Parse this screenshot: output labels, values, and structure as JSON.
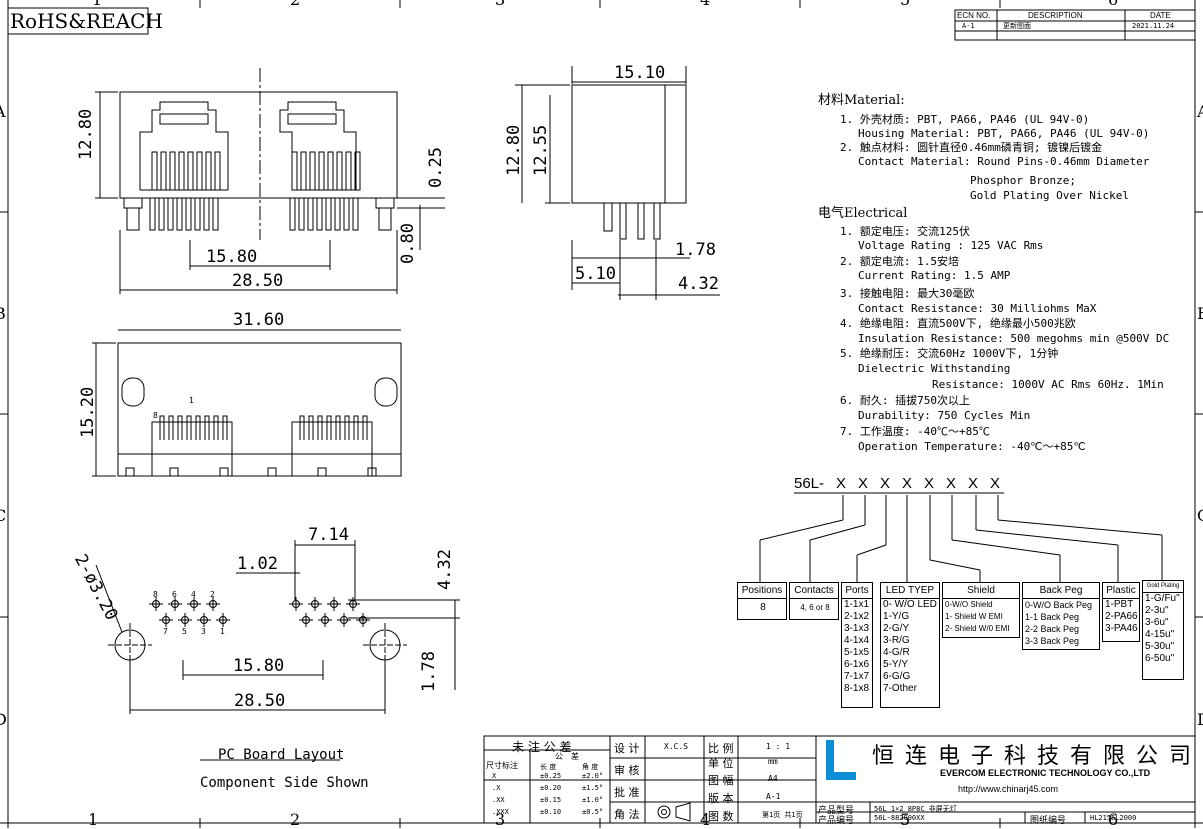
{
  "frame": {
    "col_labels": [
      "1",
      "2",
      "3",
      "4",
      "5",
      "6"
    ],
    "row_labels": [
      "A",
      "B",
      "C",
      "D"
    ],
    "rohs": "RoHS&REACH"
  },
  "revision": {
    "headers": [
      "ECN NO.",
      "DESCRIPTION",
      "DATE"
    ],
    "row": [
      "A-1",
      "更新图面",
      "2021.11.24"
    ]
  },
  "dims": {
    "d1510": "15.10",
    "d1280a": "12.80",
    "d1255": "12.55",
    "d025": "0.25",
    "d1580a": "15.80",
    "d2850a": "28.50",
    "d080": "0.80",
    "d178a": "1.78",
    "d510": "5.10",
    "d432a": "4.32",
    "d3160": "31.60",
    "d1520": "15.20",
    "pin1": "1",
    "pin8": "8",
    "d714": "7.14",
    "d102": "1.02",
    "d432b": "4.32",
    "hole": "2-ø3.20",
    "d1580b": "15.80",
    "d178b": "1.78",
    "d2850b": "28.50",
    "p8": "8",
    "p6": "6",
    "p4": "4",
    "p2": "2",
    "p7": "7",
    "p5": "5",
    "p3": "3",
    "p1": "1"
  },
  "pcb": {
    "line1": "PC Board Layout",
    "line2": "Component Side Shown"
  },
  "spec": {
    "material_title": "材料Material:",
    "m1": "1. 外壳材质: PBT, PA66, PA46 (UL 94V-0)",
    "m1e": "Housing Material: PBT, PA66, PA46 (UL 94V-0)",
    "m2": "2. 触点材料: 圆针直径0.46mm磷青铜; 镀镍后镀金",
    "m2e": "Contact Material: Round Pins-0.46mm Diameter",
    "m2e2": "Phosphor Bronze;",
    "m2e3": "Gold Plating Over Nickel",
    "electrical_title": "电气Electrical",
    "e1": "1. 额定电压: 交流125伏",
    "e1e": "Voltage Rating : 125 VAC Rms",
    "e2": "2. 额定电流: 1.5安培",
    "e2e": "Current Rating: 1.5 AMP",
    "e3": "3. 接触电阻: 最大30毫欧",
    "e3e": "Contact Resistance: 30 Milliohms MaX",
    "e4": "4. 绝缘电阻: 直流500V下, 绝缘最小500兆欧",
    "e4e": "Insulation Resistance: 500 megohms min @500V DC",
    "e5": "5. 绝缘耐压: 交流60Hz 1000V下, 1分钟",
    "e5e": "Dielectric Withstanding",
    "e5e2": "Resistance: 1000V AC Rms 60Hz. 1Min",
    "e6": "6. 耐久: 插拔750次以上",
    "e6e": "Durability: 750 Cycles Min",
    "e7": "7. 工作温度: -40℃～+85℃",
    "e7e": "Operation Temperature: -40℃～+85℃"
  },
  "part_code": {
    "prefix": "56L-",
    "xs": [
      "X",
      "X",
      "X",
      "X",
      "X",
      "X",
      "X",
      "X"
    ]
  },
  "options": [
    {
      "title": "Positions",
      "lines": [
        "8"
      ]
    },
    {
      "title": "Contacts",
      "lines": [
        "4, 6 or 8"
      ]
    },
    {
      "title": "Ports",
      "lines": [
        "1-1x1",
        "2-1x2",
        "3-1x3",
        "4-1x4",
        "5-1x5",
        "6-1x6",
        "7-1x7",
        "8-1x8"
      ]
    },
    {
      "title": "LED TYEP",
      "lines": [
        "0- W/O LED",
        "1-Y/G",
        "2-G/Y",
        "3-R/G",
        "4-G/R",
        "5-Y/Y",
        "6-G/G",
        "7-Other"
      ]
    },
    {
      "title": "Shield",
      "lines": [
        "0-W/O Shield",
        "1- Shield W EMI",
        "2- Shield W/0 EMI"
      ]
    },
    {
      "title": "Back Peg",
      "lines": [
        "0-W/O  Back Peg",
        "1-1 Back Peg",
        "2-2 Back Peg",
        "3-3 Back Peg"
      ]
    },
    {
      "title": "Plastic",
      "lines": [
        "1-PBT",
        "2-PA66",
        "3-PA46"
      ]
    },
    {
      "title": "Gold Plating",
      "lines": [
        "1-G/Fu\"",
        "2-3u\"",
        "3-6u\"",
        "4-15u\"",
        "5-30u\"",
        "6-50u\""
      ]
    }
  ],
  "titleblock": {
    "unmarked_tol": "未 注 公 差",
    "size_mark": "尺寸标注",
    "tol": "公　差",
    "col_long": "长 度",
    "col_angle": "角 度",
    "tol_rows": [
      [
        "X",
        "±0.25",
        "±2.0°"
      ],
      [
        ".X",
        "±0.20",
        "±1.5°"
      ],
      [
        ".XX",
        "±0.15",
        "±1.0°"
      ],
      [
        ".XXX",
        "±0.10",
        "±0.5°"
      ]
    ],
    "design": "设 计",
    "designer": "X.C.S",
    "review": "审 核",
    "approve": "批 准",
    "angle_method": "角 法",
    "scale": "比 例",
    "scale_val": "1 : 1",
    "unit": "单 位",
    "unit_val": "mm",
    "sheet": "图 幅",
    "sheet_val": "A4",
    "version": "版 本",
    "version_val": "A-1",
    "pages": "图 数",
    "pages_val": "第1页 共1页",
    "company_cn": "恒 连 电 子 科 技 有 限 公 司",
    "company_en": "EVERCOM ELECTRONIC TECHNOLOGY CO.,LTD",
    "url": "http://www.chinarj45.com",
    "product_model": "产品型号",
    "product_model_val": "56L 1×2 8P8C 非屏无灯",
    "product_no": "产品编号",
    "product_no_val": "56L-882000XX",
    "drawing_no": "图纸编号",
    "drawing_no_val": "HL2156L2000"
  }
}
